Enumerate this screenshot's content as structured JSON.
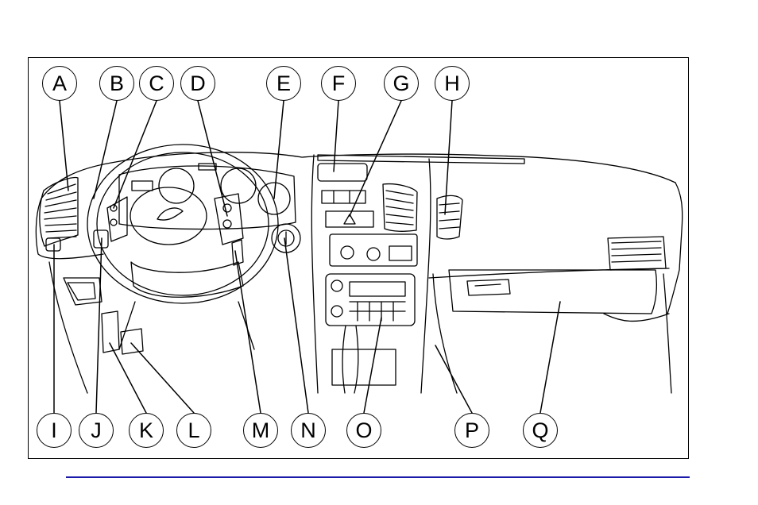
{
  "title": "",
  "callouts": {
    "top": [
      "A",
      "B",
      "C",
      "D",
      "E",
      "F",
      "G",
      "H"
    ],
    "bottom": [
      "I",
      "J",
      "K",
      "L",
      "M",
      "N",
      "O",
      "P",
      "Q"
    ]
  },
  "colors": {
    "line": "#000000",
    "rule": "#1a1aa8",
    "background": "#ffffff"
  }
}
